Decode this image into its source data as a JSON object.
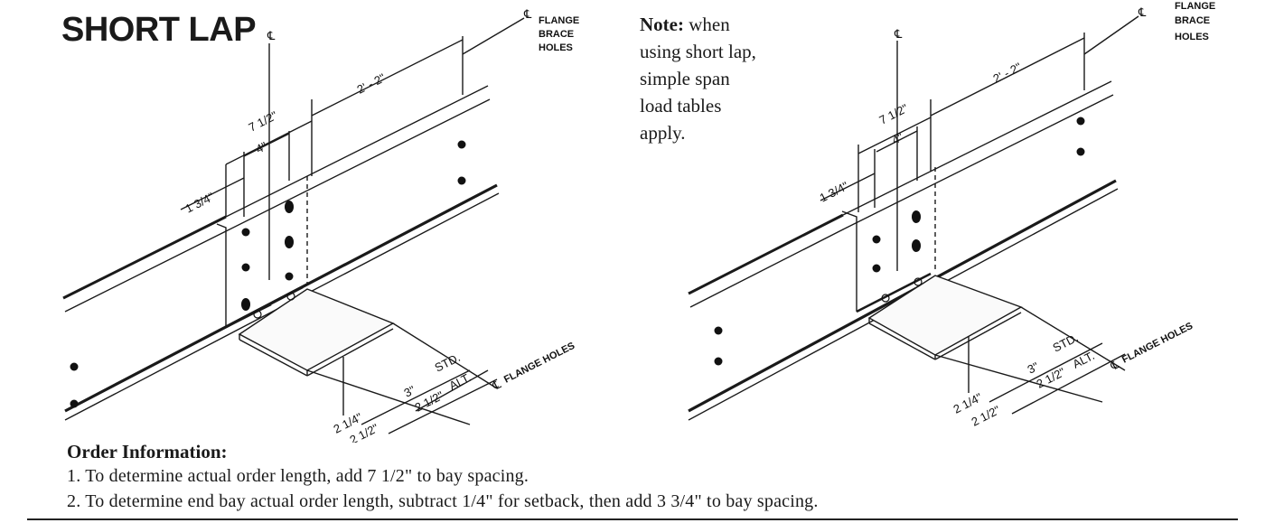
{
  "title": "SHORT LAP",
  "note": {
    "bold": "Note:",
    "text": " when using short lap, simple span load tables apply."
  },
  "left_diagram": {
    "flange_brace_holes": [
      "FLANGE",
      "BRACE",
      "HOLES"
    ],
    "cl_mark": "℄",
    "dim_2_2": "2' - 2\"",
    "dim_7_1_2": "7 1/2\"",
    "dim_4": "4\"",
    "dim_1_3_4": "1 3/4\"",
    "dim_3": "3\"",
    "dim_2_1_2_alt": "2 1/2\"",
    "std": "STD.",
    "alt": "ALT.",
    "flange_holes": "FLANGE HOLES",
    "dim_2_1_4": "2 1/4\"",
    "dim_2_1_2": "2 1/2\""
  },
  "right_diagram": {
    "flange_brace_holes": [
      "FLANGE",
      "BRACE",
      "HOLES"
    ],
    "cl_mark": "℄",
    "dim_2_2": "2' - 2\"",
    "dim_7_1_2": "7 1/2\"",
    "dim_4": "4\"",
    "dim_1_3_4": "1 3/4\"",
    "dim_3": "3\"",
    "dim_2_1_2_alt": "2 1/2\"",
    "std": "STD.",
    "alt": "ALT.",
    "flange_holes": "FLANGE HOLES",
    "dim_2_1_4": "2 1/4\"",
    "dim_2_1_2": "2 1/2\""
  },
  "order": {
    "heading": "Order Information:",
    "line1": "1. To determine actual order length, add 7 1/2\" to bay spacing.",
    "line2": "2. To determine end bay actual order length, subtract 1/4\" for setback, then add 3 3/4\" to bay spacing."
  }
}
